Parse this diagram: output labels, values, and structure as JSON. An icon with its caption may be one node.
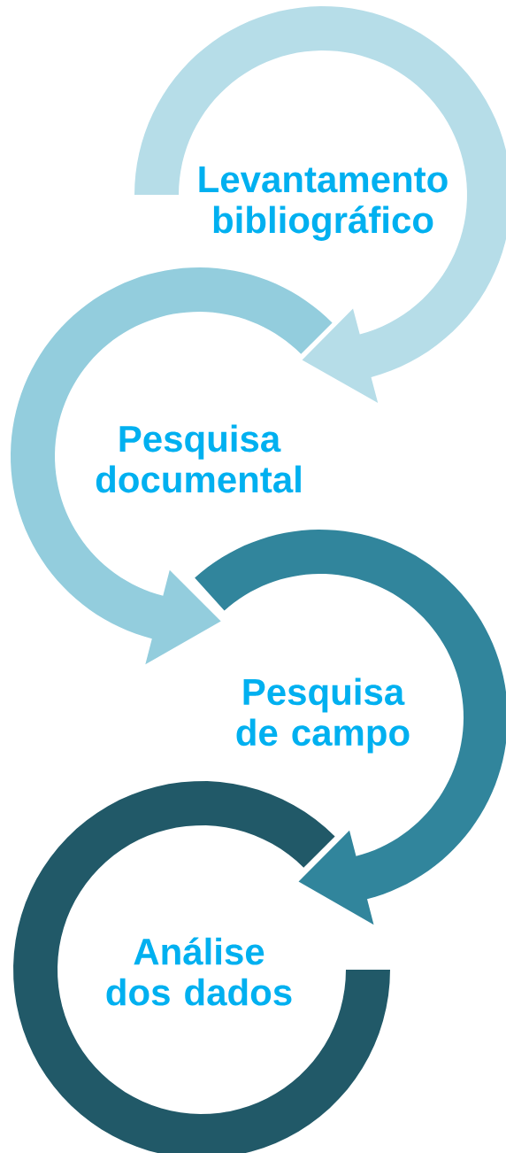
{
  "diagram": {
    "nodes": [
      {
        "text": [
          "Levantamento bibliográfico"
        ]
      },
      {
        "text": [
          "Pesquisa documental"
        ]
      },
      {
        "text": [
          "Pesquisa de campo"
        ]
      },
      {
        "text": [
          "Análise dos dados"
        ]
      }
    ],
    "edges": [
      {
        "from": 0,
        "to": 1,
        "arrow": "to",
        "color": "#b6dde8"
      },
      {
        "from": 1,
        "to": 2,
        "arrow": "to",
        "color": "#93cddd"
      },
      {
        "from": 2,
        "to": 3,
        "arrow": "to",
        "color": "#31859c"
      }
    ]
  }
}
